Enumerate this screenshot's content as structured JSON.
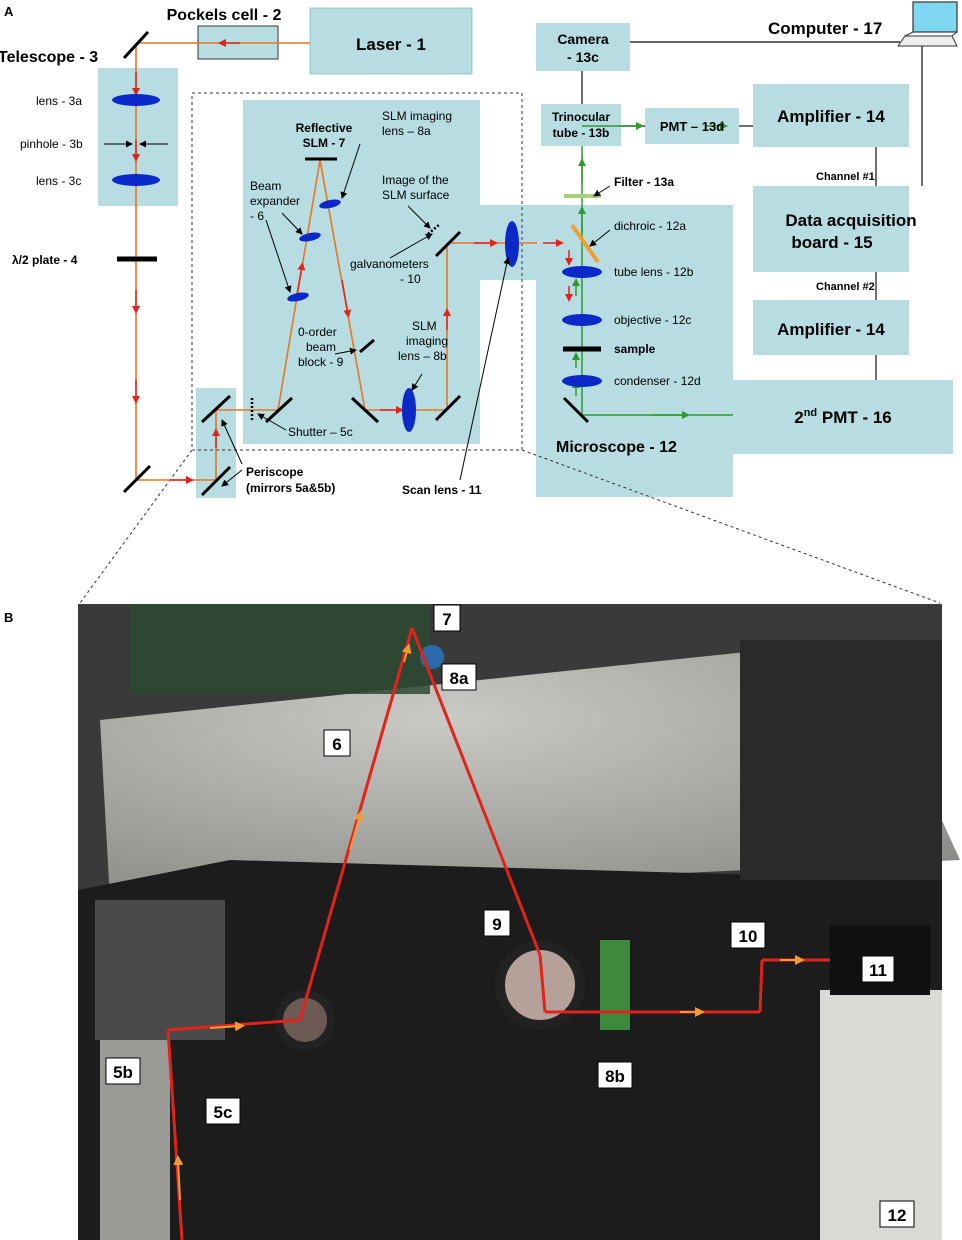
{
  "panel_a": {
    "panel_label": "A",
    "boxes": {
      "laser": "Laser - 1",
      "pockels": "Pockels cell - 2",
      "telescope": "Telescope - 3",
      "camera_line1": "Camera",
      "camera_line2": "- 13c",
      "trinocular_line1": "Trinocular",
      "trinocular_line2": "tube - 13b",
      "pmt13d": "PMT – 13d",
      "amplifier_top": "Amplifier - 14",
      "amplifier_bottom": "Amplifier - 14",
      "daq_line1": "Data acquisition",
      "daq_line2": "board  - 15",
      "pmt16_prefix": "2",
      "pmt16_sup": "nd",
      "pmt16_suffix": " PMT - 16",
      "computer": "Computer - 17",
      "microscope": "Microscope - 12"
    },
    "labels": {
      "lens_3a": "lens - 3a",
      "pinhole_3b": "pinhole - 3b",
      "lens_3c": "lens - 3c",
      "halfwave": "λ/2 plate - 4",
      "slm_line1": "Reflective",
      "slm_line2": "SLM - 7",
      "slm_imaging_8a_line1": "SLM imaging",
      "slm_imaging_8a_line2": "lens – 8a",
      "beam_expander_line1": "Beam",
      "beam_expander_line2": "expander",
      "beam_expander_line3": "- 6",
      "image_slm_line1": "Image of the",
      "image_slm_line2": "SLM surface",
      "galvo_line1": "galvanometers",
      "galvo_line2": "- 10",
      "block_line1": "0-order",
      "block_line2": "beam",
      "block_line3": "block - 9",
      "slm_imaging_8b_line1": "SLM",
      "slm_imaging_8b_line2": "imaging",
      "slm_imaging_8b_line3": "lens – 8b",
      "shutter": "Shutter – 5c",
      "periscope_line1": "Periscope",
      "periscope_line2": "(mirrors 5a&5b)",
      "scan_lens": "Scan lens - 11",
      "filter": "Filter - 13a",
      "dichroic": "dichroic - 12a",
      "tube_lens": "tube lens - 12b",
      "objective": "objective - 12c",
      "sample": "sample",
      "condenser": "condenser - 12d",
      "channel1": "Channel #1",
      "channel2": "Channel #2"
    }
  },
  "panel_b": {
    "panel_label": "B",
    "callouts": [
      "7",
      "8a",
      "6",
      "9",
      "10",
      "11",
      "5b",
      "5c",
      "8b",
      "12"
    ]
  },
  "colors": {
    "box_fill": "#b7dde3",
    "laser_path": "#e8761e",
    "red_arrow": "#e2231a",
    "optic_blue": "#0b28c8",
    "emission_green": "#2e9a2e",
    "filter_green": "#a7d07a"
  }
}
